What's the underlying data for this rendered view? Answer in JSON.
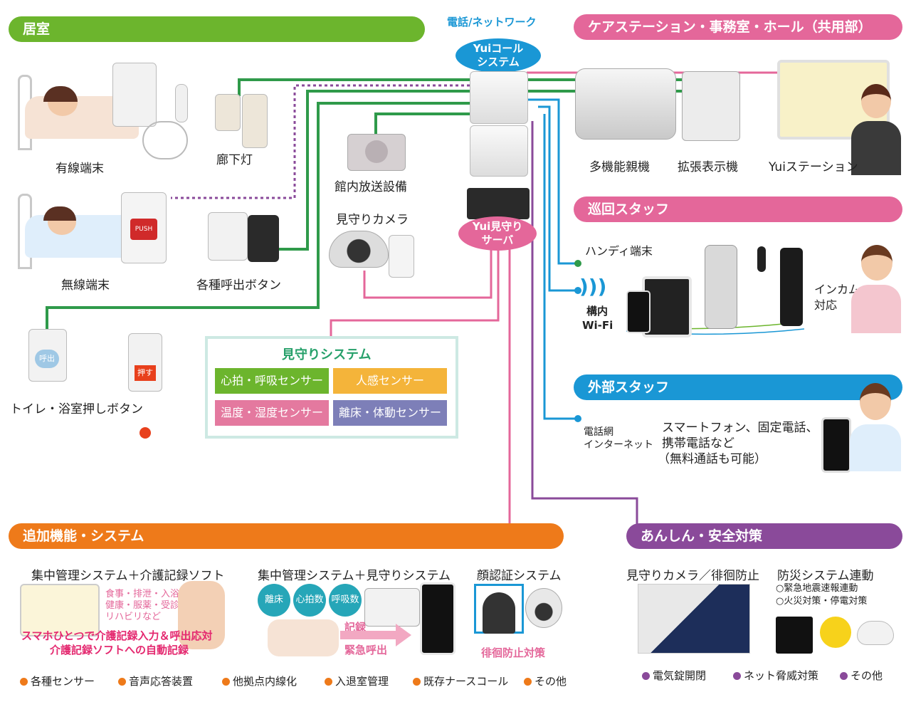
{
  "headers": {
    "room": "居室",
    "care_station": "ケアステーション・事務室・ホール（共用部）",
    "patrol": "巡回スタッフ",
    "external": "外部スタッフ",
    "additional": "追加機能・システム",
    "safety": "あんしん・安全対策"
  },
  "network_label": "電話/ネットワーク",
  "yui_call": [
    "Yuiコール",
    "システム"
  ],
  "yui_server": [
    "Yui見守り",
    "サーバ"
  ],
  "room_devices": {
    "wired": "有線端末",
    "corridor": "廊下灯",
    "wireless": "無線端末",
    "call_buttons": "各種呼出ボタン",
    "toilet": "トイレ・浴室押しボタン",
    "push_label": "PUSH",
    "yobidashi": "呼出",
    "osu": "押す"
  },
  "center_devices": {
    "broadcast": "館内放送設備",
    "camera": "見守りカメラ"
  },
  "station_devices": {
    "multi_phone": "多機能親機",
    "ext_display": "拡張表示機",
    "yui_station": "Yuiステーション"
  },
  "patrol": {
    "handy": "ハンディ端末",
    "wifi_line1": "構内",
    "wifi_line2": "Wi-Fi",
    "intercom_line1": "インカム",
    "intercom_line2": "対応"
  },
  "external": {
    "network_line1": "電話網",
    "network_line2": "インターネット",
    "desc_line1": "スマートフォン、固定電話、",
    "desc_line2": "携帯電話など",
    "desc_line3": "（無料通話も可能）"
  },
  "mimamori": {
    "title": "見守りシステム",
    "sensors": [
      {
        "label": "心拍・呼吸センサー",
        "color": "#6cb52d"
      },
      {
        "label": "人感センサー",
        "color": "#f4b43a"
      },
      {
        "label": "温度・湿度センサー",
        "color": "#e4799f"
      },
      {
        "label": "離床・体動センサー",
        "color": "#7d7fb8"
      }
    ]
  },
  "additional": {
    "col1_title": "集中管理システム＋介護記録ソフト",
    "col1_note": [
      "食事・排泄・入浴・",
      "健康・服薬・受診・",
      "リハビリなど"
    ],
    "col1_caption": [
      "スマホひとつで介護記録入力＆呼出応対",
      "介護記録ソフトへの自動記録"
    ],
    "col2_title": "集中管理システム＋見守りシステム",
    "col2_circles": [
      "離床",
      "心拍数",
      "呼吸数"
    ],
    "col2_record": "記録",
    "col2_emergency": "緊急呼出",
    "col3_title": "顔認証システム",
    "col3_caption": "徘徊防止対策",
    "footer": [
      "各種センサー",
      "音声応答装置",
      "他拠点内線化",
      "入退室管理",
      "既存ナースコール",
      "その他"
    ]
  },
  "safety": {
    "camera_title": "見守りカメラ／徘徊防止",
    "disaster_title": "防災システム連動",
    "disaster_items": [
      "○緊急地震速報連動",
      "○火災対策・停電対策"
    ],
    "footer": [
      "電気錠開閉",
      "ネット脅威対策",
      "その他"
    ]
  },
  "colors": {
    "green": "#6cb52d",
    "pink": "#e4679a",
    "blue": "#1a97d5",
    "orange": "#ee7a1a",
    "purple": "#8a4a9a"
  }
}
